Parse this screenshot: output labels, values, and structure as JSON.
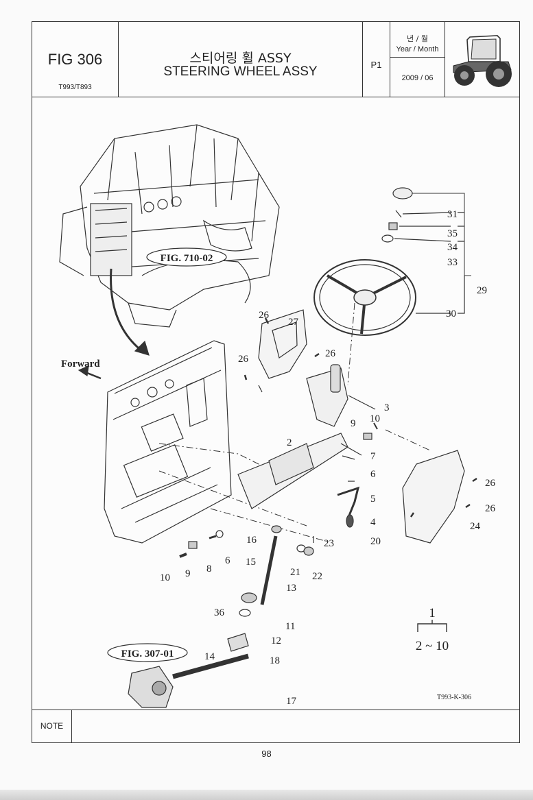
{
  "header": {
    "fig_number": "FIG 306",
    "model": "T993/T893",
    "title_ko": "스티어링 휠 ASSY",
    "title_en": "STEERING WHEEL ASSY",
    "page_ref": "P1",
    "date_label_ko": "년 / 월",
    "date_label_en": "Year / Month",
    "date_value": "2009 / 06"
  },
  "drawing": {
    "fig_refs": [
      "FIG. 710-02",
      "FIG. 307-01"
    ],
    "forward_label": "Forward",
    "drawing_code": "T993-K-306",
    "legend": {
      "top": "1",
      "bottom": "2 ~ 10"
    },
    "callouts": [
      "31",
      "35",
      "34",
      "33",
      "29",
      "30",
      "26",
      "27",
      "26",
      "26",
      "3",
      "9",
      "10",
      "2",
      "7",
      "6",
      "5",
      "4",
      "20",
      "26",
      "26",
      "24",
      "16",
      "23",
      "15",
      "21",
      "22",
      "10",
      "9",
      "8",
      "6",
      "13",
      "36",
      "11",
      "12",
      "14",
      "18",
      "17"
    ]
  },
  "note": {
    "label": "NOTE"
  },
  "footer": {
    "page_number": "98"
  }
}
